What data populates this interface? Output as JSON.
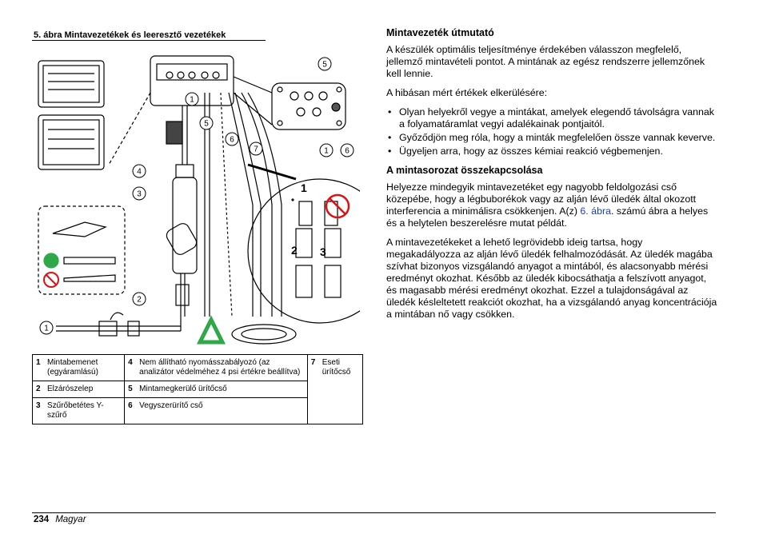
{
  "figure": {
    "title": "5. ábra  Mintavezetékek és leeresztő vezetékek",
    "callouts": [
      "1",
      "2",
      "3",
      "4",
      "5",
      "6",
      "7"
    ],
    "step_labels": [
      "1",
      "2",
      "3"
    ]
  },
  "legend": [
    [
      {
        "num": "1",
        "text": "Mintabemenet (egyáramlású)"
      },
      {
        "num": "4",
        "text": "Nem állítható nyomásszabályozó (az analizátor védelméhez 4 psi értékre beállítva)"
      },
      {
        "num": "7",
        "text": "Eseti ürítőcső"
      }
    ],
    [
      {
        "num": "2",
        "text": "Elzárószelep"
      },
      {
        "num": "5",
        "text": "Mintamegkerülő ürítőcső"
      }
    ],
    [
      {
        "num": "3",
        "text": "Szűrőbetétes Y-szűrő"
      },
      {
        "num": "6",
        "text": "Vegyszerürítő cső"
      }
    ]
  ],
  "section1": {
    "heading": "Mintavezeték útmutató",
    "p1": "A készülék optimális teljesítménye érdekében válasszon megfelelő, jellemző mintavételi pontot. A mintának az egész rendszerre jellemzőnek kell lennie.",
    "p2": "A hibásan mért értékek elkerülésére:",
    "bullets": [
      "Olyan helyekről vegye a mintákat, amelyek elegendő távolságra vannak a folyamatáramlat vegyi adalékainak pontjaitól.",
      "Győződjön meg róla, hogy a minták megfelelően össze vannak keverve.",
      "Ügyeljen arra, hogy az összes kémiai reakció végbemenjen."
    ]
  },
  "section2": {
    "heading": "A mintasorozat összekapcsolása",
    "p1_before": "Helyezze mindegyik mintavezetéket egy nagyobb feldolgozási cső közepébe, hogy a légbuborékok vagy az alján lévő üledék által okozott interferencia a minimálisra csökkenjen. A(z) ",
    "p1_link": "6. ábra",
    "p1_after": ". számú ábra a helyes és a helytelen beszerelésre mutat példát.",
    "p2": "A mintavezetékeket a lehető legrövidebb ideig tartsa, hogy megakadályozza az alján lévő üledék felhalmozódását. Az üledék magába szívhat bizonyos vizsgálandó anyagot a mintából, és alacsonyabb mérési eredményt okozhat. Később az üledék kibocsáthatja a felszívott anyagot, és magasabb mérési eredményt okozhat. Ezzel a tulajdonságával az üledék késleltetett reakciót okozhat, ha a vizsgálandó anyag koncentrációja a mintában nő vagy csökken."
  },
  "footer": {
    "page": "234",
    "lang": "Magyar"
  }
}
